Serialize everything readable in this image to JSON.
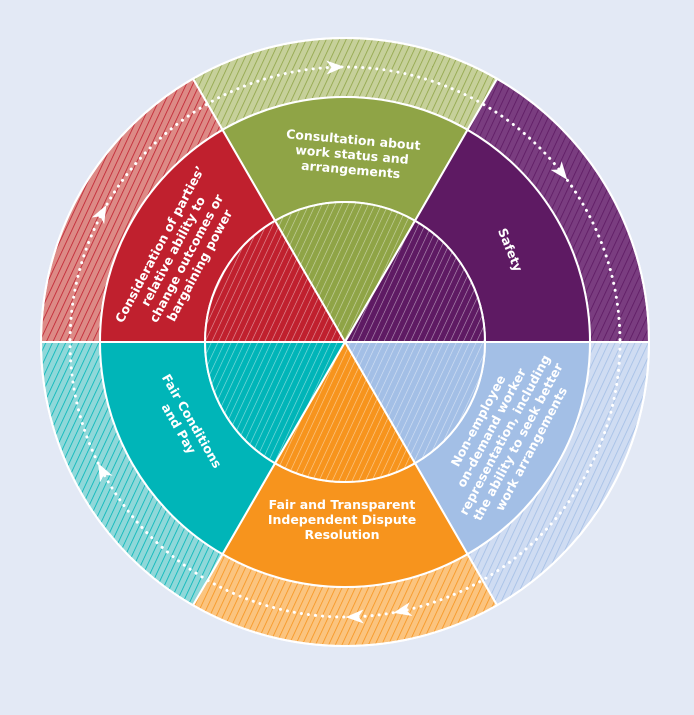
{
  "diagram": {
    "segments": [
      {
        "key": "consultation",
        "lines": [
          "Consultation about",
          "work status and",
          "arrangements"
        ],
        "color": "#8fa446",
        "tint": "#c6d09a"
      },
      {
        "key": "safety",
        "lines": [
          "Safety"
        ],
        "color": "#5e1a63",
        "tint": "#7a3d80"
      },
      {
        "key": "representation",
        "lines": [
          "Non-employee",
          "on-demand worker",
          "representation, including",
          "the ability to seek better",
          "work arrangements"
        ],
        "color": "#a3bfe6",
        "tint": "#cfdcf2"
      },
      {
        "key": "dispute",
        "lines": [
          "Fair and Transparent",
          "Independent Dispute",
          "Resolution"
        ],
        "color": "#f7941d",
        "tint": "#fbc47f"
      },
      {
        "key": "conditions",
        "lines": [
          "Fair Conditions",
          "and Pay"
        ],
        "color": "#00b5b8",
        "tint": "#8fd8d9"
      },
      {
        "key": "bargaining",
        "lines": [
          "Consideration of parties’",
          "relative ability to",
          "change outcomes or",
          "bargaining power"
        ],
        "color": "#c0202e",
        "tint": "#dd8a86"
      }
    ],
    "background": "#e3e9f5"
  }
}
